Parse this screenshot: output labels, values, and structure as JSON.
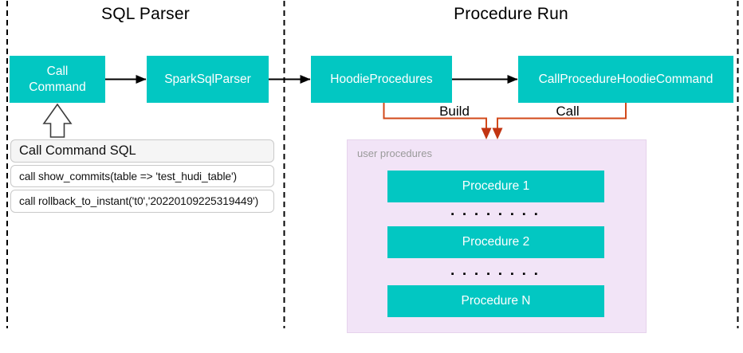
{
  "sections": {
    "sql_parser": {
      "title": "SQL Parser"
    },
    "procedure_run": {
      "title": "Procedure Run"
    }
  },
  "nodes": {
    "call_command": {
      "lines": [
        "Call",
        "Command"
      ]
    },
    "spark_sql_parser": {
      "label": "SparkSqlParser"
    },
    "hoodie_procedures": {
      "label": "HoodieProcedures"
    },
    "call_procedure_hoodie_command": {
      "label": "CallProcedureHoodieCommand"
    }
  },
  "edges": {
    "build_label": "Build",
    "call_label": "Call"
  },
  "sql_panel": {
    "header": "Call Command SQL",
    "rows": [
      "call show_commits(table => 'test_hudi_table')",
      "call rollback_to_instant('t0','20220109225319449')"
    ]
  },
  "user_procedures": {
    "label": "user procedures",
    "items": [
      "Procedure 1",
      "Procedure 2",
      "Procedure N"
    ],
    "ellipsis": "▪ ▪ ▪ ▪ ▪ ▪ ▪ ▪"
  },
  "colors": {
    "teal": "#02C7C2",
    "orange": "#D2491A",
    "orange_head": "#C23512",
    "lavender": "#F2E4F7",
    "lavender_border": "#E6D3EC",
    "panel_border": "#C9C9C9",
    "panel_header_bg": "#F5F5F5",
    "muted": "#9A9A9A"
  }
}
